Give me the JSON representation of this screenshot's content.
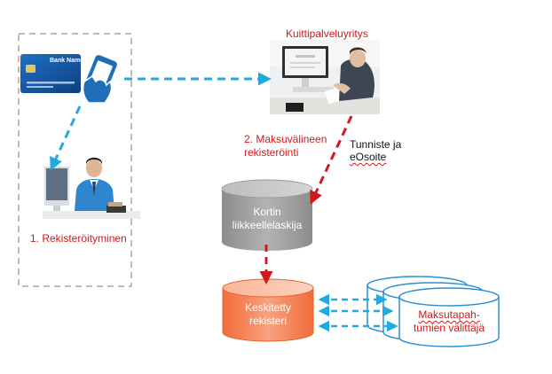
{
  "labels": {
    "service": "Kuittipalveluyritys",
    "step2_line1": "2. Maksuvälineen",
    "step2_line2": "rekisteröinti",
    "tunniste_line1": "Tunniste ja",
    "tunniste_line2": "eOsoite",
    "kortin_line1": "Kortin",
    "kortin_line2": "liikkeellelaskija",
    "step1": "1. Rekisteröityminen",
    "keskitetty_line1": "Keskitetty",
    "keskitetty_line2": "rekisteri",
    "maksu_line1": "Maksutapah-",
    "maksu_line2": "tumien välittäjä"
  },
  "card": {
    "bank_name": "Bank Name"
  },
  "colors": {
    "arrow_blue": "#21a9e1",
    "arrow_red": "#d0191c",
    "cylinder_gray": "#9e9e9e",
    "cylinder_orange": "#f07f5a",
    "phone_blue": "#1f6fb8",
    "dashed_box": "#a6a6a6"
  }
}
